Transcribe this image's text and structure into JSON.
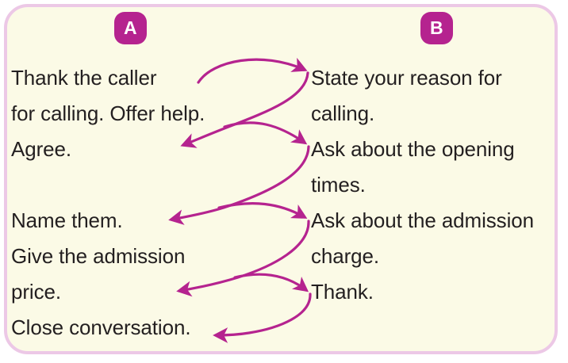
{
  "card": {
    "background_color": "#fbfae6",
    "border_color": "#ecc8e6",
    "accent_color": "#b5238f",
    "text_color": "#231f20"
  },
  "columns": [
    {
      "id": "a",
      "badge_label": "A",
      "lines": [
        "Thank the caller",
        "for calling. Offer help.",
        "Agree.",
        "",
        "Name them.",
        "Give the admission",
        "price.",
        "Close conversation."
      ]
    },
    {
      "id": "b",
      "badge_label": "B",
      "lines": [
        "State your reason for",
        "calling.",
        "Ask about the opening",
        "times.",
        "Ask about the admission",
        "charge.",
        "Thank.",
        ""
      ]
    }
  ],
  "arrows": [
    {
      "name": "arrow-a-start-to-b-state",
      "direction": "left-to-right",
      "from": "Thank the caller for calling. Offer help.",
      "to": "State your reason for calling."
    },
    {
      "name": "arrow-b-state-to-a-agree",
      "direction": "right-to-left",
      "from": "State your reason for calling.",
      "to": "Agree."
    },
    {
      "name": "arrow-a-agree-to-b-opening",
      "direction": "left-to-right",
      "from": "Agree.",
      "to": "Ask about the opening times."
    },
    {
      "name": "arrow-b-opening-to-a-name",
      "direction": "right-to-left",
      "from": "Ask about the opening times.",
      "to": "Name them."
    },
    {
      "name": "arrow-a-name-to-b-admission",
      "direction": "left-to-right",
      "from": "Name them.",
      "to": "Ask about the admission charge."
    },
    {
      "name": "arrow-b-admission-to-a-price",
      "direction": "right-to-left",
      "from": "Ask about the admission charge.",
      "to": "Give the admission price."
    },
    {
      "name": "arrow-a-price-to-b-thank",
      "direction": "left-to-right",
      "from": "Give the admission price.",
      "to": "Thank."
    },
    {
      "name": "arrow-b-thank-to-a-close",
      "direction": "right-to-left",
      "from": "Thank.",
      "to": "Close conversation."
    }
  ]
}
